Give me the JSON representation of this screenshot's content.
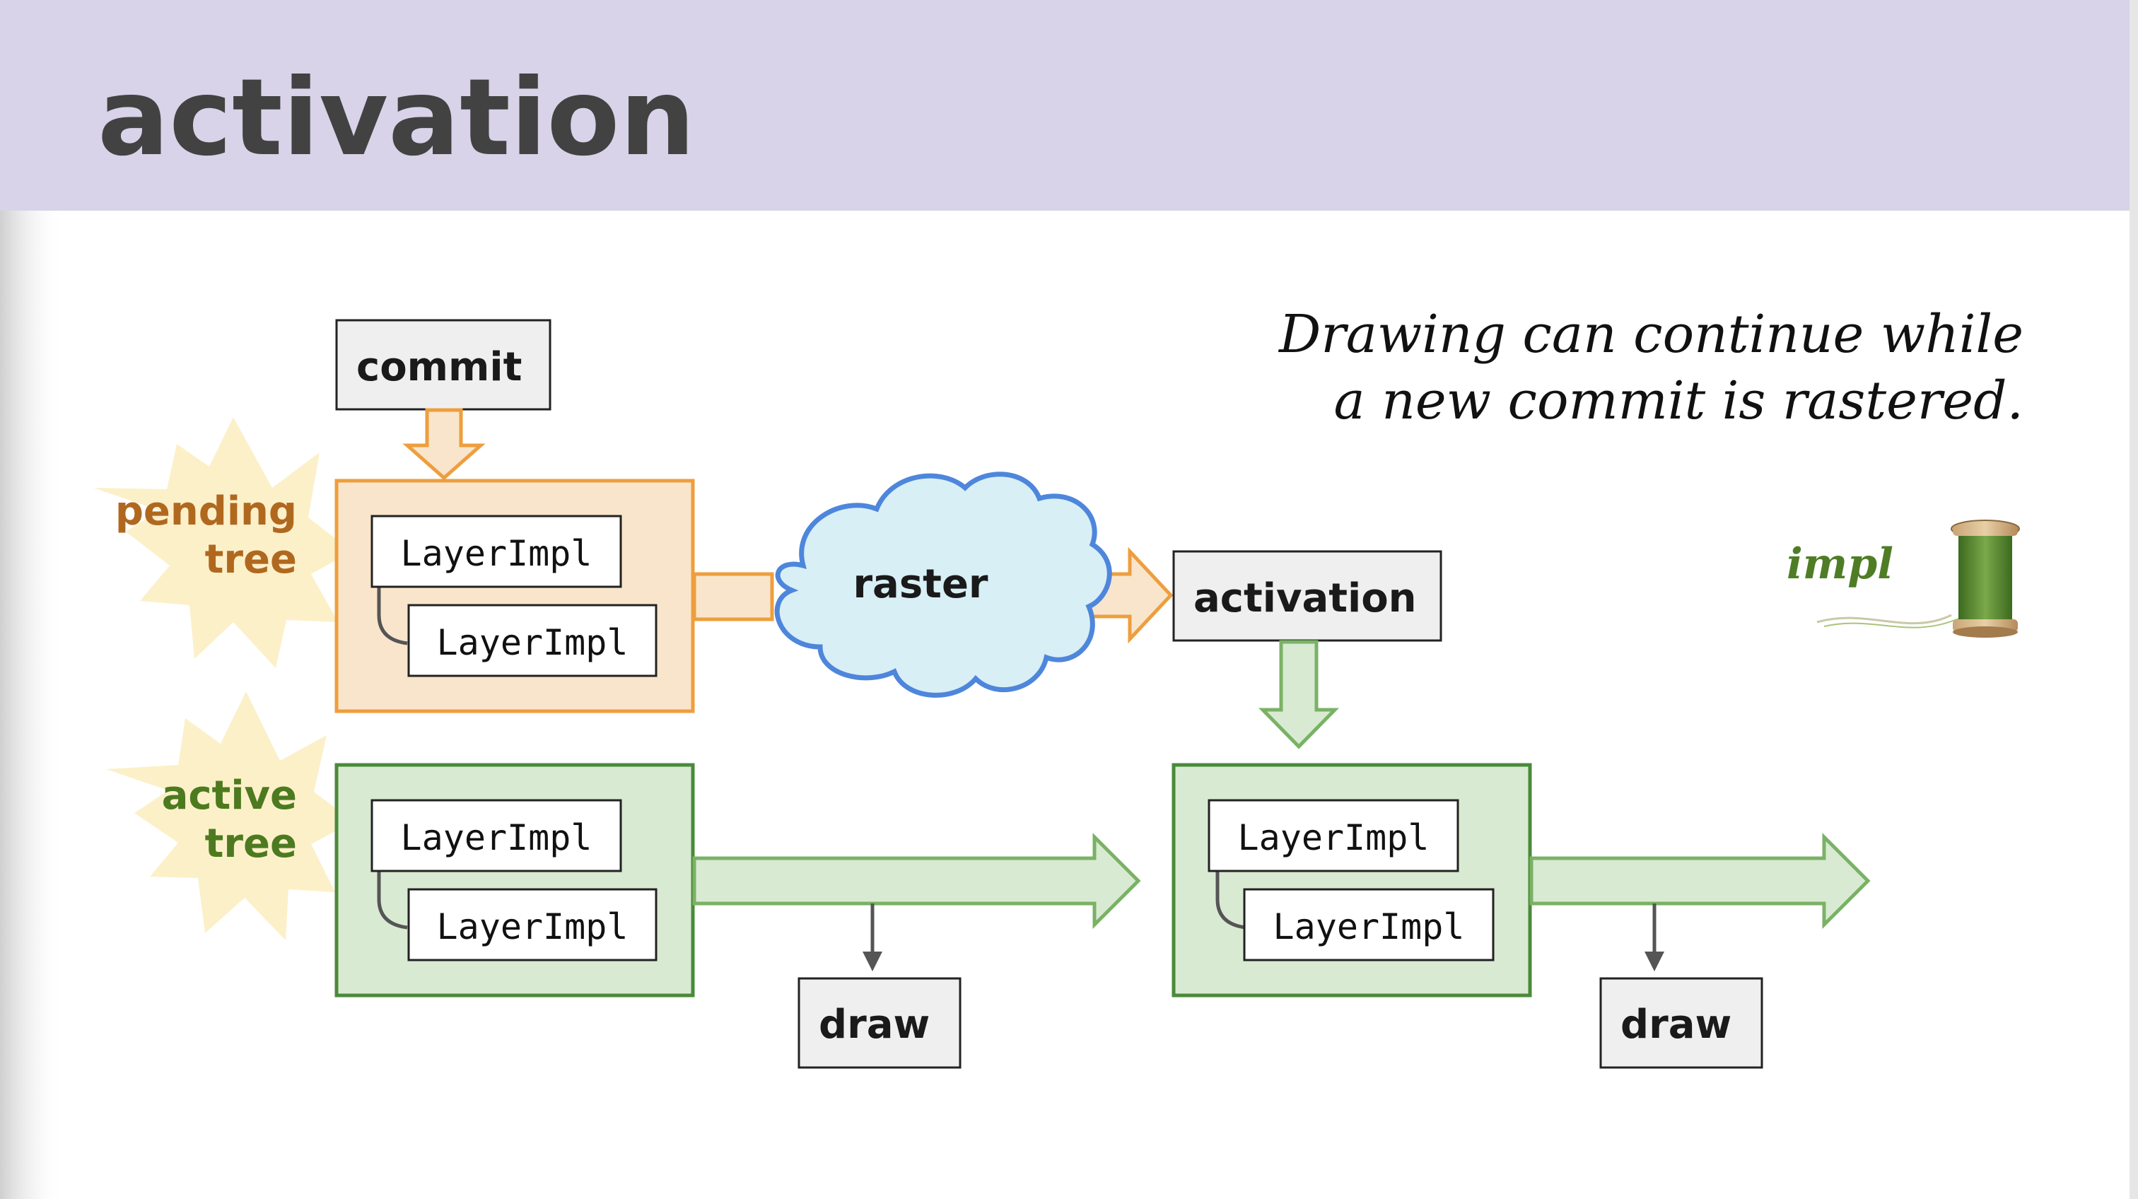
{
  "title": "activation",
  "note": {
    "line1": "Drawing can continue while",
    "line2": "a new commit is rastered."
  },
  "labels": {
    "pending_tree": [
      "pending",
      "tree"
    ],
    "active_tree": [
      "active",
      "tree"
    ],
    "commit": "commit",
    "raster": "raster",
    "activation": "activation",
    "draw": "draw",
    "layer_impl": "LayerImpl"
  },
  "impl_badge": "impl",
  "colors": {
    "header_bg": "#d8d3e8",
    "title": "#424242",
    "pending_fill": "#f9e5cb",
    "pending_stroke": "#ee9e3e",
    "pending_label": "#b0681f",
    "active_fill": "#d9ead3",
    "active_stroke": "#4a8a3a",
    "active_label": "#4d7a1f",
    "arrow_green_fill": "#d9ead3",
    "arrow_green_stroke": "#7ab265",
    "cloud_fill": "#d8eff5",
    "cloud_stroke": "#4e86dc",
    "burst_fill": "#fcf0c9",
    "box_fill": "#efefef",
    "impl_green": "#4f7d26"
  },
  "icons": [
    "starburst-icon",
    "cloud-icon",
    "thread-spool-icon",
    "arrow-icon"
  ]
}
